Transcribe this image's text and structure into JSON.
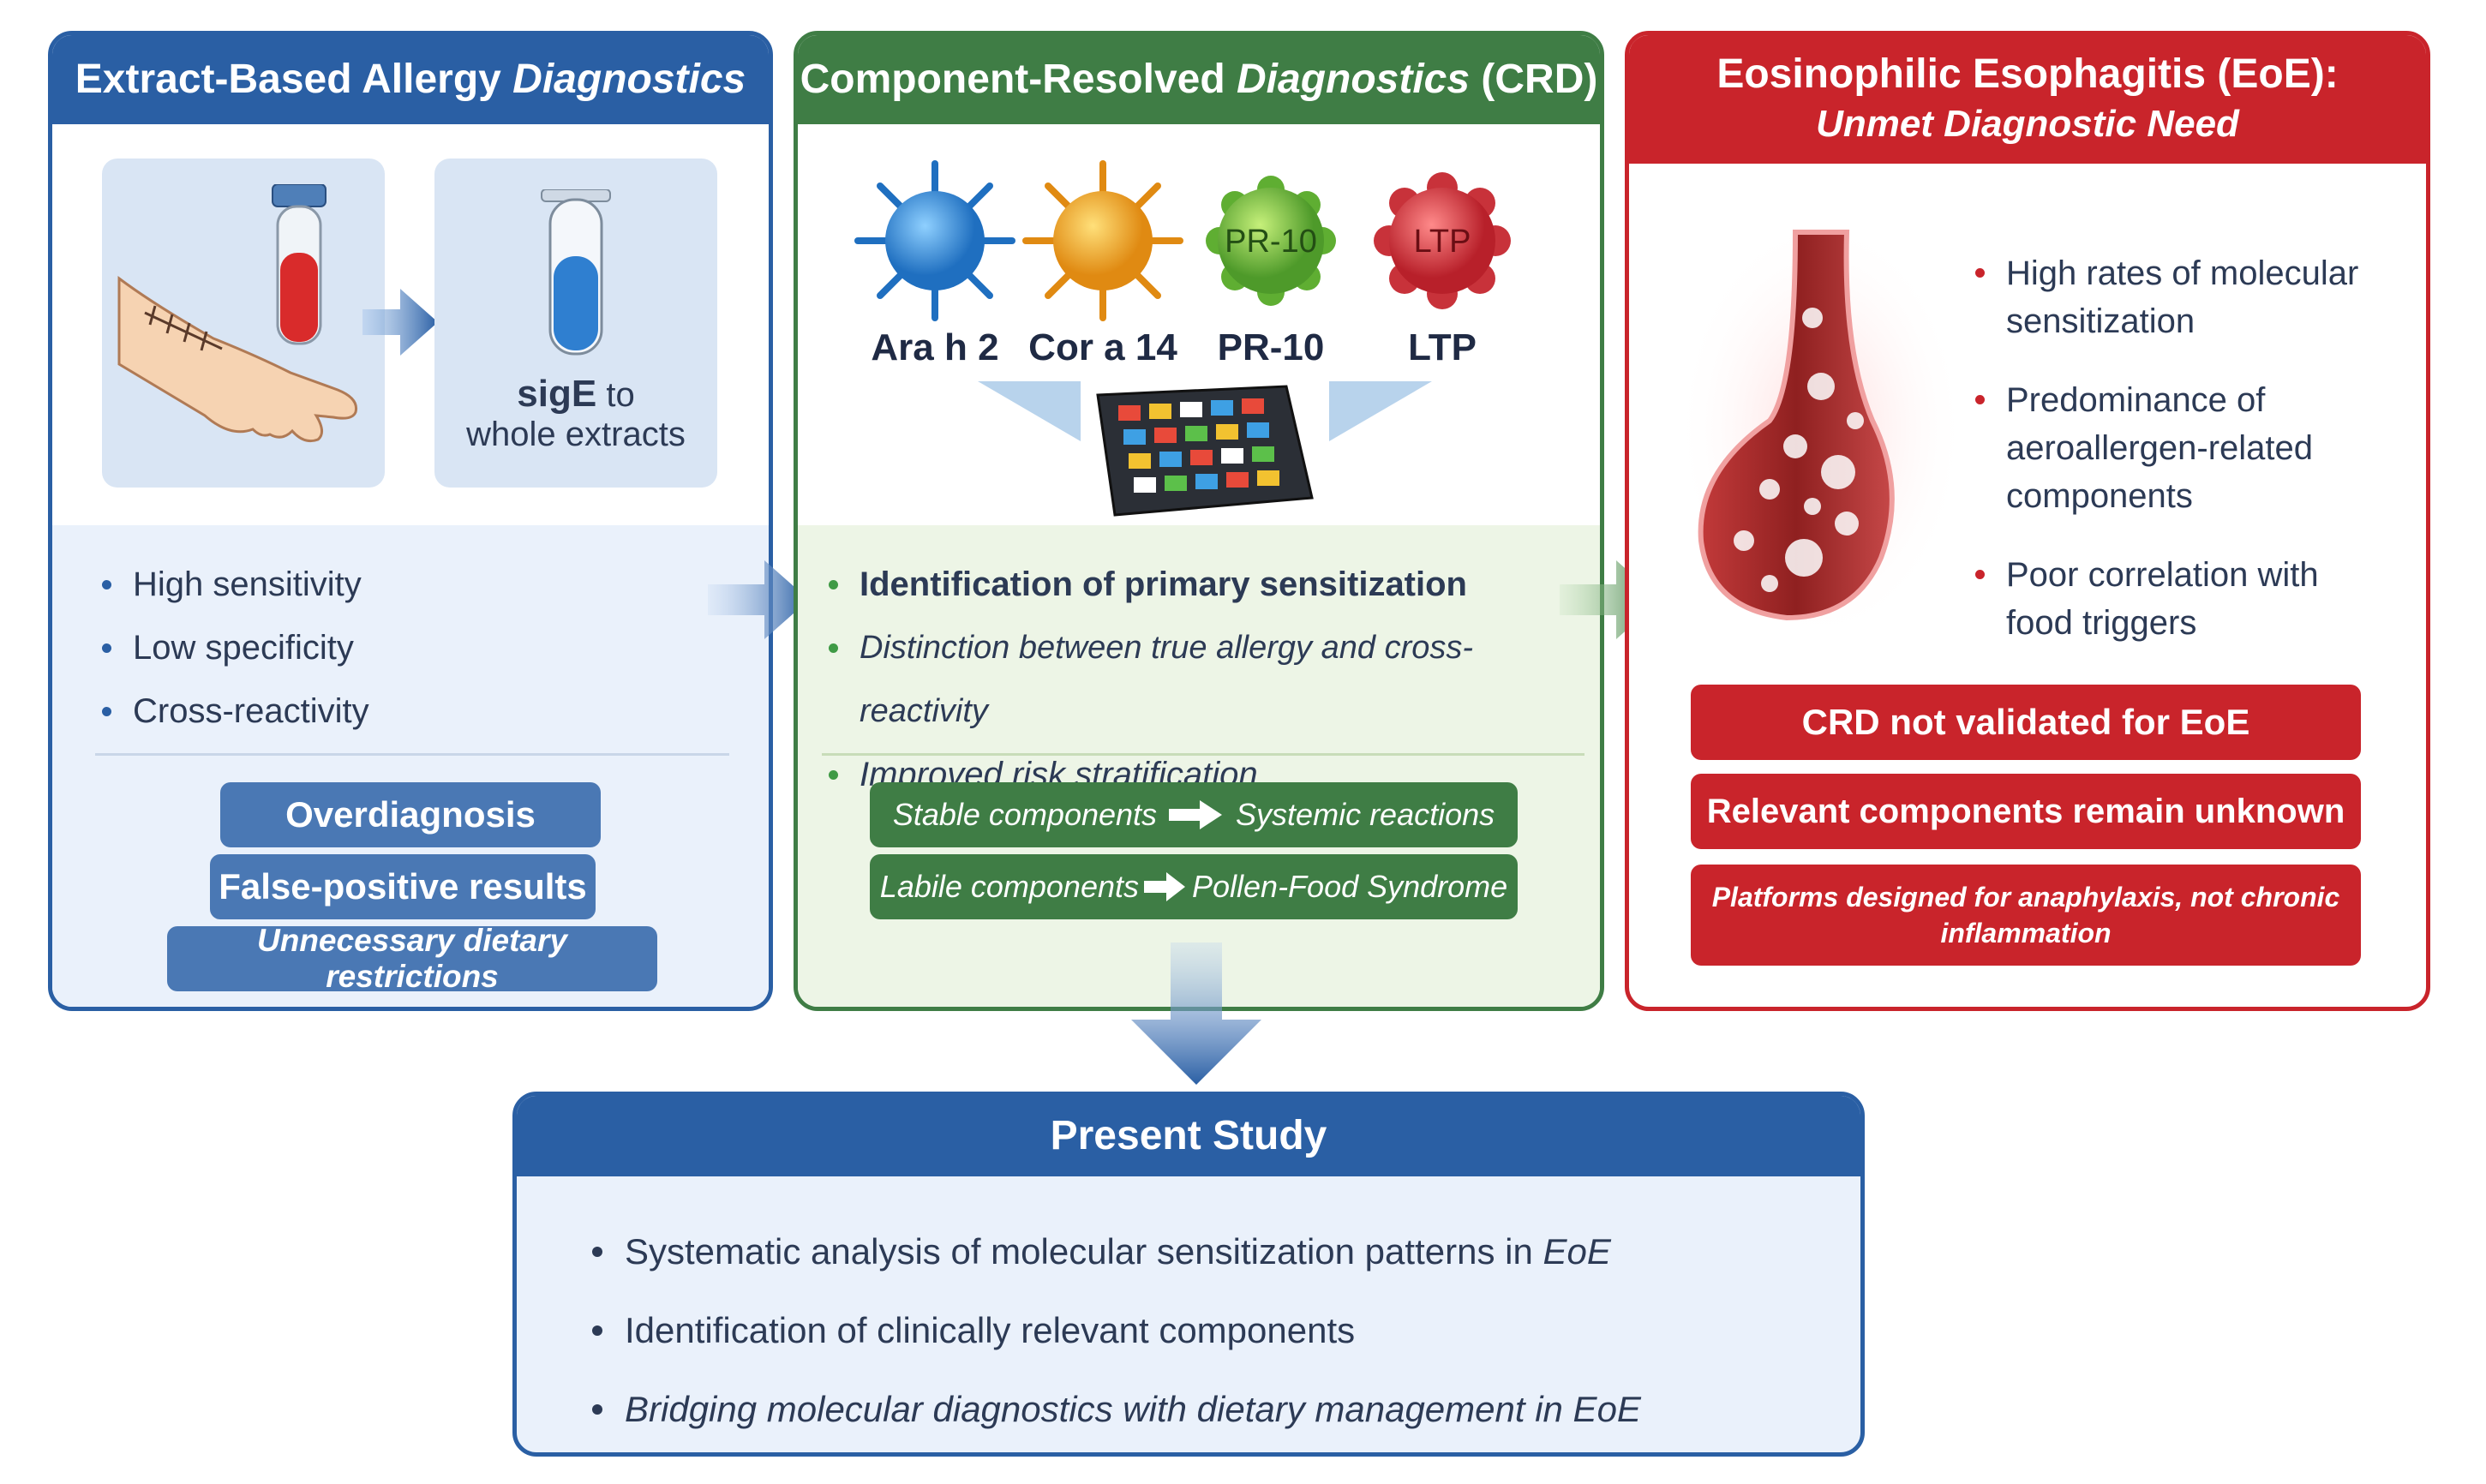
{
  "panels": {
    "extract": {
      "title_a": "Extract-Based Allergy ",
      "title_b": "Diagnostics",
      "tile_label_a": "sigE",
      "tile_label_b": " to",
      "tile_label_c": "whole extracts",
      "bullets": [
        "High sensitivity",
        "Low specificity",
        "Cross-reactivity"
      ],
      "pills": [
        "Overdiagnosis",
        "False-positive results",
        "Unnecessary dietary restrictions"
      ]
    },
    "crd": {
      "title_a": "Component-Resolved ",
      "title_b": "Diagnostics",
      "title_c": " (CRD)",
      "allergens": [
        {
          "label": "Ara h 2",
          "badge": ""
        },
        {
          "label": "Cor a 14",
          "badge": ""
        },
        {
          "label": "PR-10",
          "badge": "PR-10"
        },
        {
          "label": "LTP",
          "badge": "LTP"
        }
      ],
      "bullets": [
        "Identification of primary sensitization",
        "Distinction between true allergy and cross-reactivity",
        "Improved risk stratification"
      ],
      "pill_rows": [
        {
          "left": "Stable components",
          "right": "Systemic reactions"
        },
        {
          "left": "Labile components",
          "right": "Pollen-Food Syndrome"
        }
      ]
    },
    "eoe": {
      "title": "Eosinophilic Esophagitis (EoE):",
      "subtitle": "Unmet Diagnostic Need",
      "bullets": [
        [
          "High rates of molecular",
          "sensitization"
        ],
        [
          "Predominance of",
          "aeroallergen-related",
          "components"
        ],
        [
          "Poor correlation with",
          "food triggers"
        ]
      ],
      "pills": [
        "CRD not validated for EoE",
        "Relevant components remain unknown"
      ],
      "pill3": [
        "Platforms designed for anaphylaxis, not chronic",
        "inflammation"
      ]
    },
    "study": {
      "title": "Present Study",
      "bullets": [
        {
          "text": "Systematic analysis of molecular sensitization patterns in ",
          "em": "EoE"
        },
        {
          "text": "Identification of clinically relevant components",
          "em": ""
        },
        {
          "text": "Bridging molecular diagnostics with dietary management in EoE",
          "em": ""
        }
      ]
    }
  },
  "colors": {
    "blue": "#2a5fa4",
    "green": "#3f7d45",
    "red": "#c9242b",
    "light_blue": "#eaf1fb",
    "light_green": "#edf5e6"
  }
}
